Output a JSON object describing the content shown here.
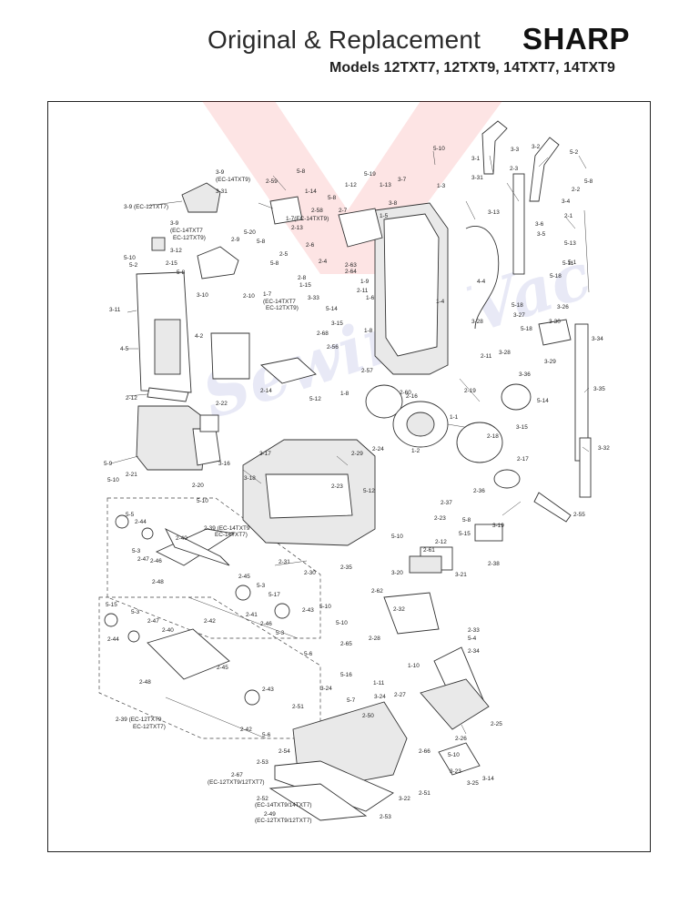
{
  "header": {
    "title": "Original & Replacement",
    "brand": "SHARP",
    "models": "Models 12TXT7, 12TXT9, 14TXT7, 14TXT9"
  },
  "diagram": {
    "labels": [
      {
        "id": "l1",
        "text": "5-10"
      },
      {
        "id": "l2",
        "text": "3-1"
      },
      {
        "id": "l3",
        "text": "3-3"
      },
      {
        "id": "l4",
        "text": "3-2"
      },
      {
        "id": "l5",
        "text": "5-2"
      },
      {
        "id": "l6",
        "text": "2-3"
      },
      {
        "id": "l7",
        "text": "5-8"
      },
      {
        "id": "l8",
        "text": "2-2"
      },
      {
        "id": "l9",
        "text": "3-4"
      },
      {
        "id": "l10",
        "text": "3-9"
      },
      {
        "id": "l11",
        "text": "(EC-14TXT9)"
      },
      {
        "id": "l12",
        "text": "3-31"
      },
      {
        "id": "l13",
        "text": "2-59"
      },
      {
        "id": "l14",
        "text": "5-8"
      },
      {
        "id": "l15",
        "text": "5-19"
      },
      {
        "id": "l16",
        "text": "1-12"
      },
      {
        "id": "l17",
        "text": "1-13"
      },
      {
        "id": "l18",
        "text": "3-7"
      },
      {
        "id": "l19",
        "text": "1-3"
      },
      {
        "id": "l20",
        "text": "3-31"
      },
      {
        "id": "l21",
        "text": "1-14"
      },
      {
        "id": "l22",
        "text": "5-8"
      },
      {
        "id": "l23",
        "text": "3-8"
      },
      {
        "id": "l24",
        "text": "3-9 (EC-12TXT7)"
      },
      {
        "id": "l25",
        "text": "2-58"
      },
      {
        "id": "l26",
        "text": "2-7"
      },
      {
        "id": "l27",
        "text": "1-7(EC-14TXT9)"
      },
      {
        "id": "l28",
        "text": "1-5"
      },
      {
        "id": "l29",
        "text": "3-13"
      },
      {
        "id": "l30",
        "text": "2-1"
      },
      {
        "id": "l31",
        "text": "3-9"
      },
      {
        "id": "l32",
        "text": "(EC-14TXT7"
      },
      {
        "id": "l33",
        "text": "EC-12TXT9)"
      },
      {
        "id": "l34",
        "text": "5-20"
      },
      {
        "id": "l35",
        "text": "2-13"
      },
      {
        "id": "l36",
        "text": "2-9"
      },
      {
        "id": "l37",
        "text": "5-8"
      },
      {
        "id": "l38",
        "text": "2-6"
      },
      {
        "id": "l39",
        "text": "3-6"
      },
      {
        "id": "l40",
        "text": "3-5"
      },
      {
        "id": "l41",
        "text": "5-13"
      },
      {
        "id": "l42",
        "text": "3-12"
      },
      {
        "id": "l43",
        "text": "5-10"
      },
      {
        "id": "l44",
        "text": "2-15"
      },
      {
        "id": "l45",
        "text": "5-2"
      },
      {
        "id": "l46",
        "text": "2-5"
      },
      {
        "id": "l47",
        "text": "5-8"
      },
      {
        "id": "l48",
        "text": "2-4"
      },
      {
        "id": "l49",
        "text": "2-63"
      },
      {
        "id": "l50",
        "text": "2-64"
      },
      {
        "id": "l51",
        "text": "5-11"
      },
      {
        "id": "l52",
        "text": "5-1"
      },
      {
        "id": "l53",
        "text": "5-8"
      },
      {
        "id": "l54",
        "text": "2-8"
      },
      {
        "id": "l55",
        "text": "1-9"
      },
      {
        "id": "l56",
        "text": "5-18"
      },
      {
        "id": "l57",
        "text": "3-10"
      },
      {
        "id": "l58",
        "text": "2-10"
      },
      {
        "id": "l59",
        "text": "1-7"
      },
      {
        "id": "l60",
        "text": "(EC-14TXT7"
      },
      {
        "id": "l61",
        "text": "EC-12TXT9)"
      },
      {
        "id": "l62",
        "text": "1-15"
      },
      {
        "id": "l63",
        "text": "3-33"
      },
      {
        "id": "l64",
        "text": "2-11"
      },
      {
        "id": "l65",
        "text": "1-6"
      },
      {
        "id": "l66",
        "text": "4-4"
      },
      {
        "id": "l67",
        "text": "5-18"
      },
      {
        "id": "l68",
        "text": "3-26"
      },
      {
        "id": "l69",
        "text": "3-11"
      },
      {
        "id": "l70",
        "text": "5-14"
      },
      {
        "id": "l71",
        "text": "1-4"
      },
      {
        "id": "l72",
        "text": "3-27"
      },
      {
        "id": "l73",
        "text": "3-28"
      },
      {
        "id": "l74",
        "text": "5-18"
      },
      {
        "id": "l75",
        "text": "3-30"
      },
      {
        "id": "l76",
        "text": "3-15"
      },
      {
        "id": "l77",
        "text": "2-68"
      },
      {
        "id": "l78",
        "text": "1-8"
      },
      {
        "id": "l79",
        "text": "3-29"
      },
      {
        "id": "l80",
        "text": "3-34"
      },
      {
        "id": "l81",
        "text": "4-5"
      },
      {
        "id": "l82",
        "text": "4-2"
      },
      {
        "id": "l83",
        "text": "2-56"
      },
      {
        "id": "l84",
        "text": "3-28"
      },
      {
        "id": "l85",
        "text": "2-57"
      },
      {
        "id": "l86",
        "text": "2-11"
      },
      {
        "id": "l87",
        "text": "3-36"
      },
      {
        "id": "l88",
        "text": "2-14"
      },
      {
        "id": "l89",
        "text": "1-8"
      },
      {
        "id": "l90",
        "text": "2-60"
      },
      {
        "id": "l91",
        "text": "2-19"
      },
      {
        "id": "l92",
        "text": "3-35"
      },
      {
        "id": "l93",
        "text": "2-12"
      },
      {
        "id": "l94",
        "text": "5-12"
      },
      {
        "id": "l95",
        "text": "2-16"
      },
      {
        "id": "l96",
        "text": "5-14"
      },
      {
        "id": "l97",
        "text": "2-22"
      },
      {
        "id": "l98",
        "text": "1-1"
      },
      {
        "id": "l99",
        "text": "3-15"
      },
      {
        "id": "l100",
        "text": "2-18"
      },
      {
        "id": "l101",
        "text": "3-32"
      },
      {
        "id": "l102",
        "text": "1-2"
      },
      {
        "id": "l103",
        "text": "3-17"
      },
      {
        "id": "l104",
        "text": "2-29"
      },
      {
        "id": "l105",
        "text": "2-24"
      },
      {
        "id": "l106",
        "text": "2-17"
      },
      {
        "id": "l107",
        "text": "3-16"
      },
      {
        "id": "l108",
        "text": "5-9"
      },
      {
        "id": "l109",
        "text": "2-21"
      },
      {
        "id": "l110",
        "text": "3-18"
      },
      {
        "id": "l111",
        "text": "2-23"
      },
      {
        "id": "l112",
        "text": "5-12"
      },
      {
        "id": "l113",
        "text": "5-10"
      },
      {
        "id": "l114",
        "text": "2-20"
      },
      {
        "id": "l115",
        "text": "2-36"
      },
      {
        "id": "l116",
        "text": "5-10"
      },
      {
        "id": "l117",
        "text": "2-37"
      },
      {
        "id": "l118",
        "text": "2-55"
      },
      {
        "id": "l119",
        "text": "5-5"
      },
      {
        "id": "l120",
        "text": "2-44"
      },
      {
        "id": "l121",
        "text": "2-39 (EC-14TXT9"
      },
      {
        "id": "l122",
        "text": "EC-14TXT7)"
      },
      {
        "id": "l123",
        "text": "2-23"
      },
      {
        "id": "l124",
        "text": "5-8"
      },
      {
        "id": "l125",
        "text": "3-19"
      },
      {
        "id": "l126",
        "text": "5-3"
      },
      {
        "id": "l127",
        "text": "2-40"
      },
      {
        "id": "l128",
        "text": "5-10"
      },
      {
        "id": "l129",
        "text": "5-15"
      },
      {
        "id": "l130",
        "text": "2-47"
      },
      {
        "id": "l131",
        "text": "2-12"
      },
      {
        "id": "l132",
        "text": "2-61"
      },
      {
        "id": "l133",
        "text": "2-38"
      },
      {
        "id": "l134",
        "text": "2-31"
      },
      {
        "id": "l135",
        "text": "2-30"
      },
      {
        "id": "l136",
        "text": "3-20"
      },
      {
        "id": "l137",
        "text": "3-21"
      },
      {
        "id": "l138",
        "text": "2-46"
      },
      {
        "id": "l139",
        "text": "2-45"
      },
      {
        "id": "l140",
        "text": "2-35"
      },
      {
        "id": "l141",
        "text": "5-3"
      },
      {
        "id": "l142",
        "text": "5-17"
      },
      {
        "id": "l143",
        "text": "2-62"
      },
      {
        "id": "l144",
        "text": "5-15"
      },
      {
        "id": "l145",
        "text": "2-41"
      },
      {
        "id": "l146",
        "text": "2-43"
      },
      {
        "id": "l147",
        "text": "5-10"
      },
      {
        "id": "l148",
        "text": "5-3"
      },
      {
        "id": "l149",
        "text": "2-47"
      },
      {
        "id": "l150",
        "text": "2-46"
      },
      {
        "id": "l151",
        "text": "2-32"
      },
      {
        "id": "l152",
        "text": "2-44"
      },
      {
        "id": "l153",
        "text": "2-40"
      },
      {
        "id": "l154",
        "text": "2-42"
      },
      {
        "id": "l155",
        "text": "5-3"
      },
      {
        "id": "l156",
        "text": "5-10"
      },
      {
        "id": "l157",
        "text": "2-33"
      },
      {
        "id": "l158",
        "text": "5-6"
      },
      {
        "id": "l159",
        "text": "2-65"
      },
      {
        "id": "l160",
        "text": "2-28"
      },
      {
        "id": "l161",
        "text": "5-4"
      },
      {
        "id": "l162",
        "text": "2-34"
      },
      {
        "id": "l163",
        "text": "2-45"
      },
      {
        "id": "l164",
        "text": "5-16"
      },
      {
        "id": "l165",
        "text": "1-10"
      },
      {
        "id": "l166",
        "text": "2-48"
      },
      {
        "id": "l167",
        "text": "2-43"
      },
      {
        "id": "l168",
        "text": "1-11"
      },
      {
        "id": "l169",
        "text": "3-24"
      },
      {
        "id": "l170",
        "text": "3-24"
      },
      {
        "id": "l171",
        "text": "2-27"
      },
      {
        "id": "l172",
        "text": "5-7"
      },
      {
        "id": "l173",
        "text": "2-51"
      },
      {
        "id": "l174",
        "text": "2-25"
      },
      {
        "id": "l175",
        "text": "2-39 (EC-12TXT9"
      },
      {
        "id": "l176",
        "text": "EC-12TXT7)"
      },
      {
        "id": "l177",
        "text": "2-50"
      },
      {
        "id": "l178",
        "text": "2-42"
      },
      {
        "id": "l179",
        "text": "5-6"
      },
      {
        "id": "l180",
        "text": "2-26"
      },
      {
        "id": "l181",
        "text": "2-54"
      },
      {
        "id": "l182",
        "text": "2-66"
      },
      {
        "id": "l183",
        "text": "5-10"
      },
      {
        "id": "l184",
        "text": "2-53"
      },
      {
        "id": "l185",
        "text": "3-23"
      },
      {
        "id": "l186",
        "text": "2-67"
      },
      {
        "id": "l187",
        "text": "(EC-12TXT9/12TXT7)"
      },
      {
        "id": "l188",
        "text": "3-14"
      },
      {
        "id": "l189",
        "text": "3-25"
      },
      {
        "id": "l190",
        "text": "2-51"
      },
      {
        "id": "l191",
        "text": "2-52"
      },
      {
        "id": "l192",
        "text": "3-22"
      },
      {
        "id": "l193",
        "text": "(EC-14TXT9/14TXT7)"
      },
      {
        "id": "l194",
        "text": "2-49"
      },
      {
        "id": "l195",
        "text": "(EC-12TXT9/12TXT7)"
      },
      {
        "id": "l196",
        "text": "2-53"
      },
      {
        "id": "l197",
        "text": "2-48"
      }
    ]
  }
}
